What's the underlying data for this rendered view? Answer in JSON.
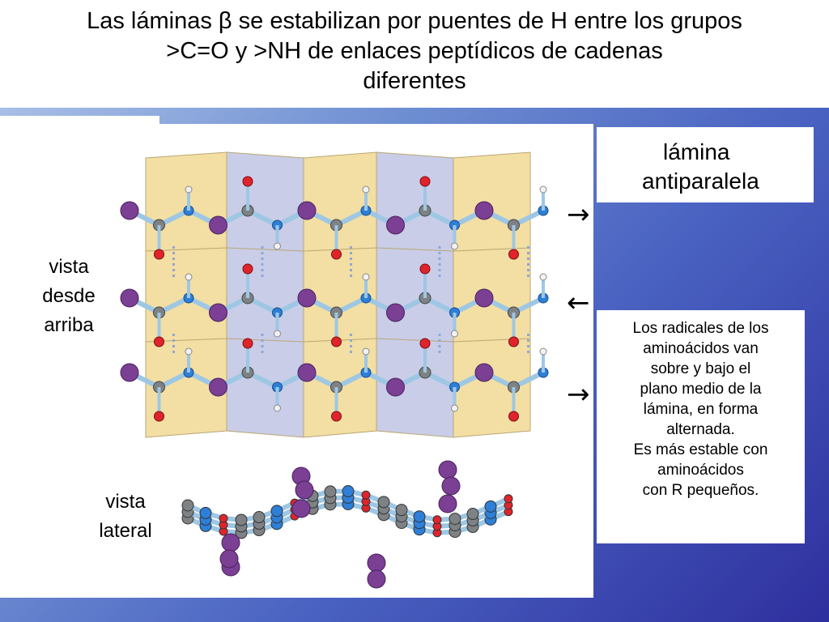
{
  "title_lines": [
    "Las láminas β se estabilizan por puentes de H entre los grupos",
    ">C=O y >NH de enlaces peptídicos de cadenas",
    "diferentes"
  ],
  "sheet_label": {
    "line1": "lámina",
    "line2": "antiparalela"
  },
  "top_view_label": [
    "vista",
    "desde",
    "arriba"
  ],
  "side_view_label": [
    "vista",
    "lateral"
  ],
  "note_lines": [
    "Los radicales de los",
    "aminoácidos van",
    "sobre y bajo el",
    "plano medio de la",
    "lámina, en forma",
    "alternada.",
    "Es más estable con",
    "aminoácidos",
    "con R pequeños."
  ],
  "strand_arrows": [
    "→",
    "←",
    "→"
  ],
  "colors": {
    "pleat_yellow": "#f3dfa3",
    "pleat_blue": "#c9cde8",
    "carbon": "#7f8284",
    "oxygen": "#e0242b",
    "nitrogen": "#2d7fd8",
    "hydrogen": "#f2f2f2",
    "side_chain": "#7b3f93",
    "bond": "#9ec7e4"
  }
}
